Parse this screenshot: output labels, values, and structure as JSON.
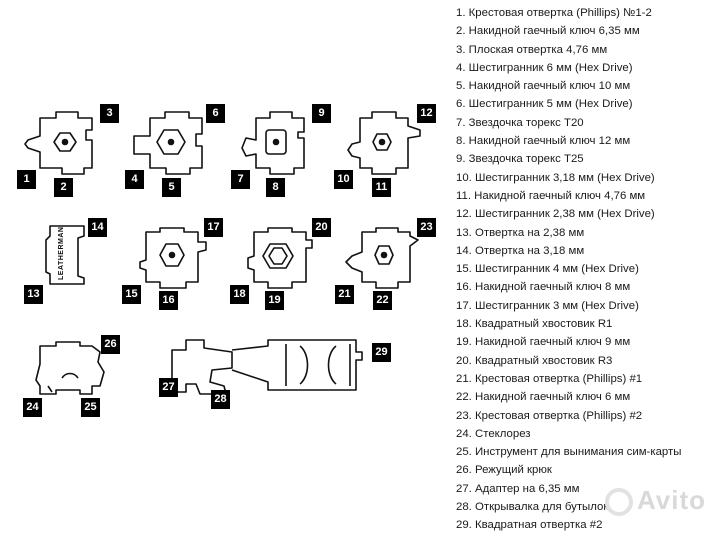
{
  "legend": [
    "1. Крестовая отвертка (Phillips) №1-2",
    "2. Накидной гаечный ключ 6,35 мм",
    "3. Плоская отвертка 4,76 мм",
    "4. Шестигранник 6 мм (Hex Drive)",
    "5. Накидной гаечный ключ 10 мм",
    "6. Шестигранник 5 мм (Hex Drive)",
    "7. Звездочка торекс T20",
    "8. Накидной гаечный ключ 12 мм",
    "9. Звездочка торекс T25",
    "10. Шестигранник 3,18 мм (Hex Drive)",
    "11. Накидной гаечный ключ 4,76 мм",
    "12. Шестигранник 2,38 мм (Hex Drive)",
    "13. Отвертка на 2,38 мм",
    "14. Отвертка на 3,18 мм",
    "15. Шестигранник 4 мм (Hex Drive)",
    "16. Накидной гаечный ключ 8 мм",
    "17. Шестигранник 3 мм (Hex Drive)",
    "18. Квадратный хвостовик R1",
    "19. Накидной гаечный ключ 9 мм",
    "20. Квадратный хвостовик R3",
    "21. Крестовая отвертка (Phillips) #1",
    "22. Накидной гаечный ключ 6 мм",
    "23. Крестовая отвертка (Phillips) #2",
    "24. Стеклорез",
    "25. Инструмент для вынимания сим-карты",
    "26. Режущий крюк",
    "27. Адаптер на 6,35 мм",
    "28. Открывалка для бутылок",
    "29. Квадратная отвертка #2"
  ],
  "badges": [
    "1",
    "2",
    "3",
    "4",
    "5",
    "6",
    "7",
    "8",
    "9",
    "10",
    "11",
    "12",
    "13",
    "14",
    "15",
    "16",
    "17",
    "18",
    "19",
    "20",
    "21",
    "22",
    "23",
    "24",
    "25",
    "26",
    "27",
    "28",
    "29"
  ],
  "brand": "LEATHERMAN",
  "watermark": "Avito"
}
